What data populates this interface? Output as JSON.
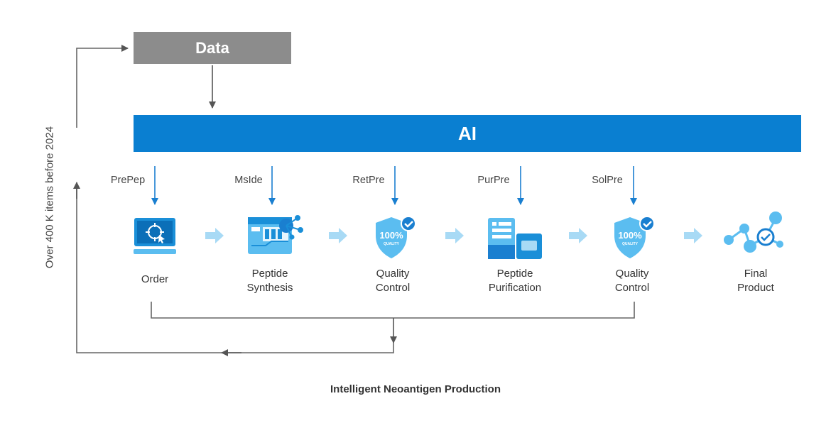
{
  "data_box": {
    "label": "Data"
  },
  "ai_bar": {
    "label": "AI"
  },
  "side_label": "Over 400 K items before 2024",
  "models": [
    "PrePep",
    "MsIde",
    "RetPre",
    "PurPre",
    "SolPre"
  ],
  "steps": [
    {
      "lines": [
        "Order"
      ],
      "icon": "monitor-target-icon"
    },
    {
      "lines": [
        "Peptide",
        "Synthesis"
      ],
      "icon": "synthesizer-icon"
    },
    {
      "lines": [
        "Quality",
        "Control"
      ],
      "icon": "quality-shield-icon"
    },
    {
      "lines": [
        "Peptide",
        "Purification"
      ],
      "icon": "purification-machine-icon"
    },
    {
      "lines": [
        "Quality",
        "Control"
      ],
      "icon": "quality-shield-icon"
    },
    {
      "lines": [
        "Final",
        "Product"
      ],
      "icon": "molecule-icon"
    }
  ],
  "shield_text": "100%",
  "shield_subtext": "QUALITY",
  "footer": "Intelligent Neoantigen Production",
  "colors": {
    "ai_blue": "#0a7fd1",
    "data_gray": "#8c8c8c",
    "icon_light_blue": "#5bbdf0",
    "arrow_light": "#a8daf5",
    "line_gray": "#666666"
  }
}
